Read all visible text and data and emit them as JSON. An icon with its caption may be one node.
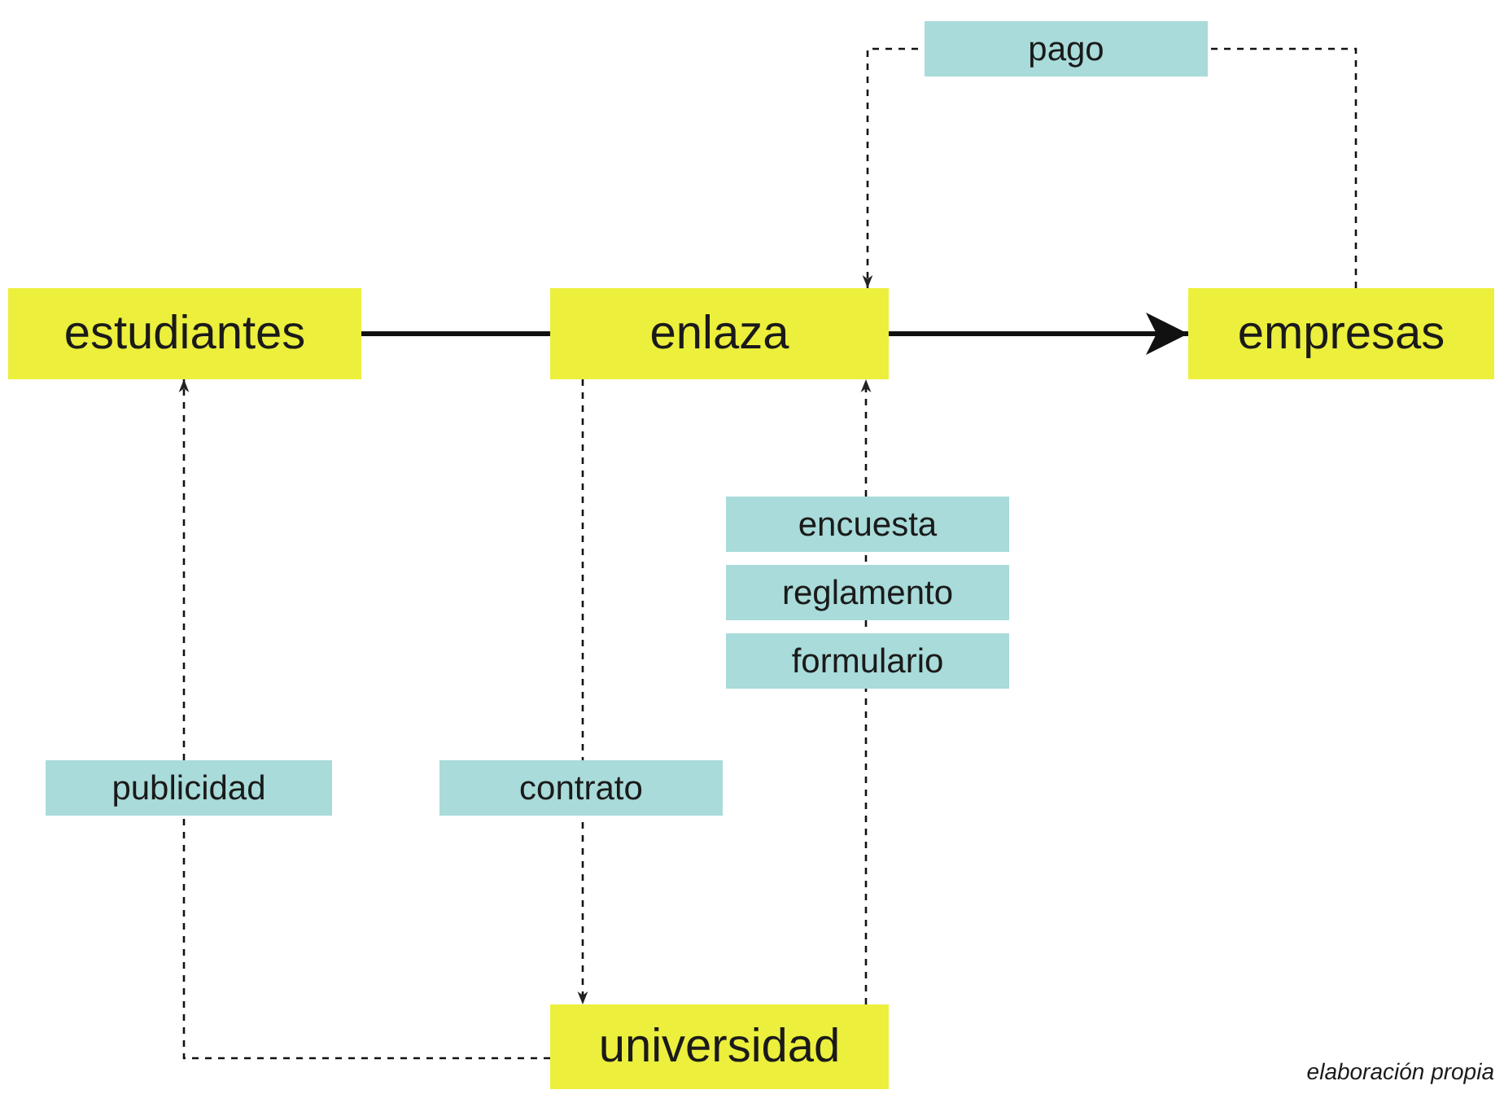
{
  "diagram": {
    "caption": "elaboración propia",
    "nodes": [
      {
        "text": [
          "estudiantes"
        ]
      },
      {
        "text": [
          "enlaza"
        ]
      },
      {
        "text": [
          "empresas"
        ]
      },
      {
        "text": [
          "universidad"
        ]
      }
    ],
    "edges": [
      {
        "from": 0,
        "to": 1,
        "arrow": "none",
        "style": "thick"
      },
      {
        "from": 1,
        "to": 2,
        "arrow": "to",
        "style": "thick"
      },
      {
        "from": 2,
        "to": 1,
        "arrow": "to",
        "style": "dashed",
        "label": "pago"
      },
      {
        "from": 1,
        "to": 3,
        "arrow": "to",
        "style": "dashed",
        "label": "contrato"
      },
      {
        "from": 3,
        "to": 1,
        "arrow": "to",
        "style": "dashed"
      },
      {
        "from": 3,
        "to": 0,
        "arrow": "to",
        "style": "dashed",
        "label": "publicidad"
      }
    ],
    "labels": [
      "encuesta",
      "reglamento",
      "formulario"
    ]
  }
}
